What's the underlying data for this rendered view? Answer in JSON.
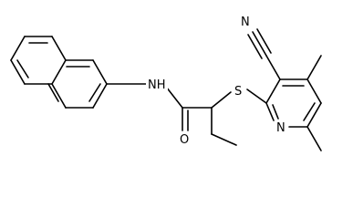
{
  "molecule": {
    "atoms": {
      "nitrile_n": "N",
      "nitrile_c": "C",
      "sulfur": "S",
      "amide_nh": "NH",
      "pyridine_n": "N",
      "carbonyl_o": "O"
    }
  },
  "colors": {
    "bond": "#000000",
    "label": "#000000",
    "background": "#ffffff"
  }
}
